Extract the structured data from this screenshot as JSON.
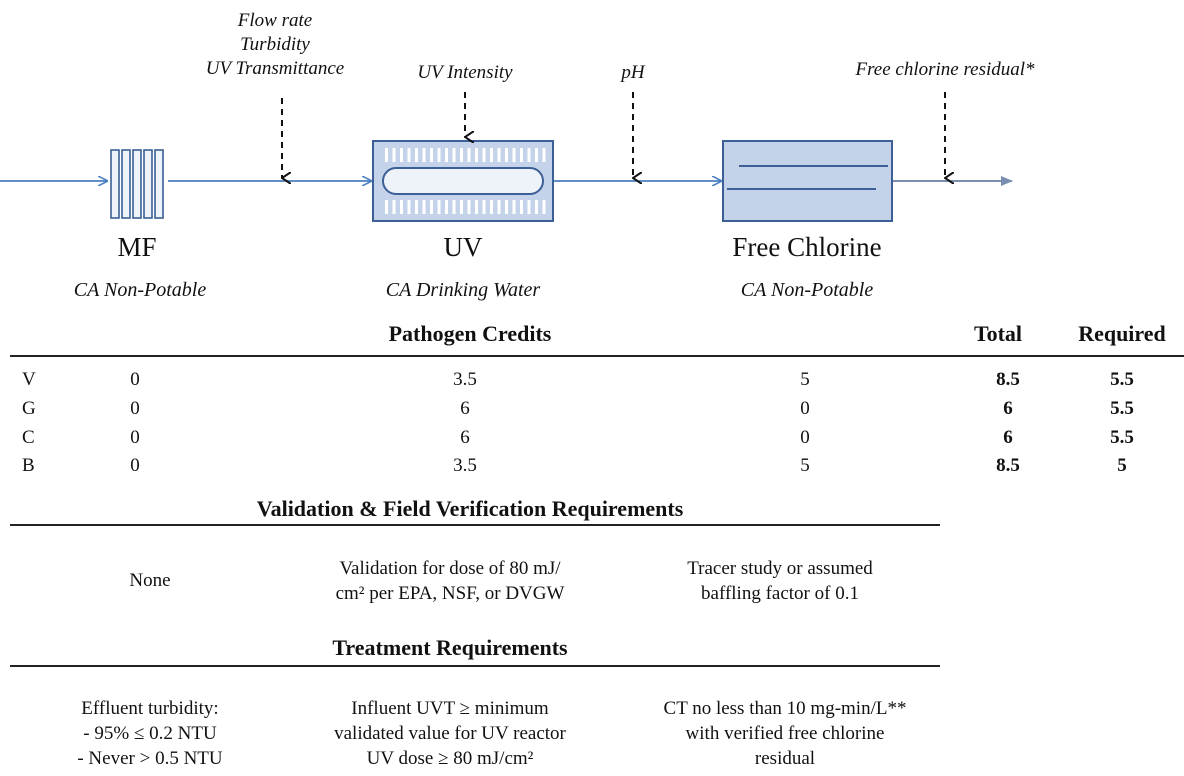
{
  "process": {
    "monitors": {
      "mf_uv": [
        "Flow rate",
        "Turbidity",
        "UV Transmittance"
      ],
      "uv": "UV Intensity",
      "ph": "pH",
      "chlorine": "Free chlorine residual*"
    },
    "units": [
      {
        "name": "MF",
        "sub": "CA Non-Potable"
      },
      {
        "name": "UV",
        "sub": "CA Drinking Water"
      },
      {
        "name": "Free Chlorine",
        "sub": "CA Non-Potable"
      }
    ],
    "colors": {
      "flow": "#4a7fc1",
      "unit_fill": "#c5d3ea",
      "unit_border": "#3b5f96",
      "tail": "#7a8fb0"
    }
  },
  "credits": {
    "title": "Pathogen Credits",
    "total_label": "Total",
    "required_label": "Required",
    "rows": [
      {
        "p": "V",
        "mf": "0",
        "uv": "3.5",
        "cl": "5",
        "total": "8.5",
        "req": "5.5"
      },
      {
        "p": "G",
        "mf": "0",
        "uv": "6",
        "cl": "0",
        "total": "6",
        "req": "5.5"
      },
      {
        "p": "C",
        "mf": "0",
        "uv": "6",
        "cl": "0",
        "total": "6",
        "req": "5.5"
      },
      {
        "p": "B",
        "mf": "0",
        "uv": "3.5",
        "cl": "5",
        "total": "8.5",
        "req": "5"
      }
    ]
  },
  "validation": {
    "title": "Validation & Field Verification Requirements",
    "mf": "None",
    "uv": [
      "Validation for dose of 80 mJ/",
      "per EPA, NSF, or DVGW"
    ],
    "uv_unit": "cm²",
    "cl": [
      "Tracer study or assumed",
      "baffling factor of 0.1"
    ]
  },
  "treatment": {
    "title": "Treatment Requirements",
    "mf": [
      "Effluent turbidity:",
      "- 95% ≤ 0.2 NTU",
      "- Never > 0.5 NTU"
    ],
    "uv": [
      "Influent UVT ≥ minimum",
      "validated value for  UV reactor",
      "UV dose ≥ 80 mJ/cm²"
    ],
    "cl": [
      "CT no less than 10 mg-min/L**",
      "with verified free chlorine",
      "residual"
    ]
  }
}
